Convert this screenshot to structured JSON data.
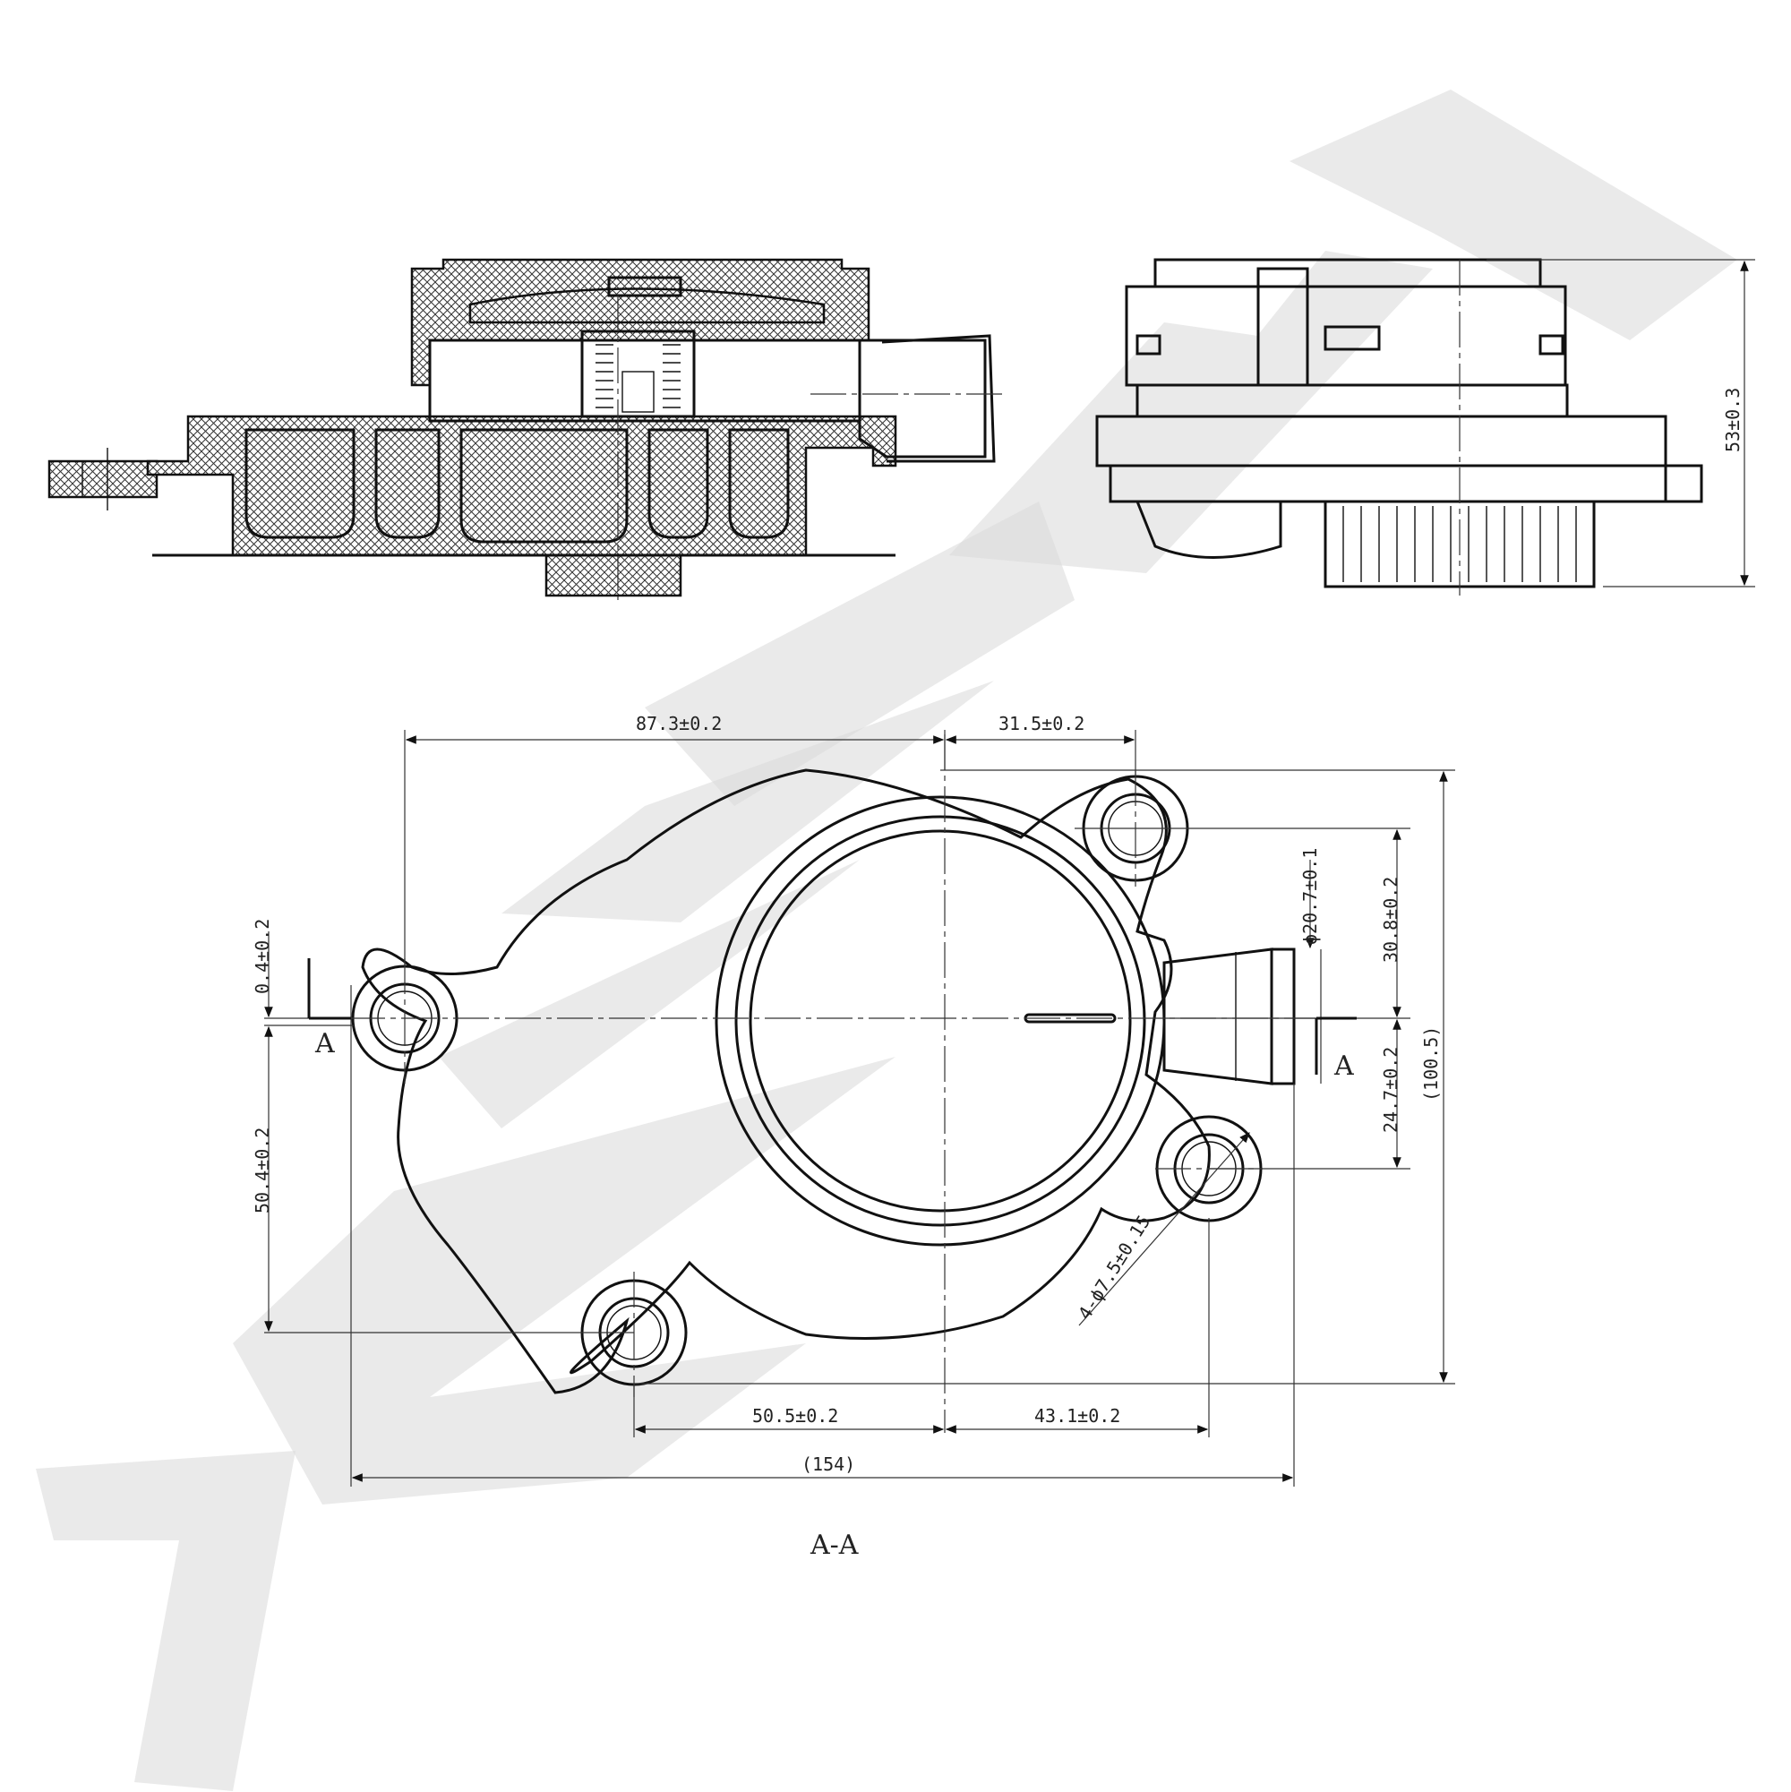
{
  "watermark": "ZENNEK",
  "section_label": "A-A",
  "section_marks": [
    "A",
    "A"
  ],
  "dimensions": {
    "d1": "87.3±0.2",
    "d2": "31.5±0.2",
    "d3": "0.4±0.2",
    "d4": "50.4±0.2",
    "d5": "ϕ20.7±0.1",
    "d6": "30.8±0.2",
    "d7": "24.7±0.2",
    "d8": "(100.5)",
    "d9": "4-ϕ7.5±0.15",
    "d10": "50.5±0.2",
    "d11": "43.1±0.2",
    "d12": "(154)",
    "d13": "53±0.3"
  }
}
